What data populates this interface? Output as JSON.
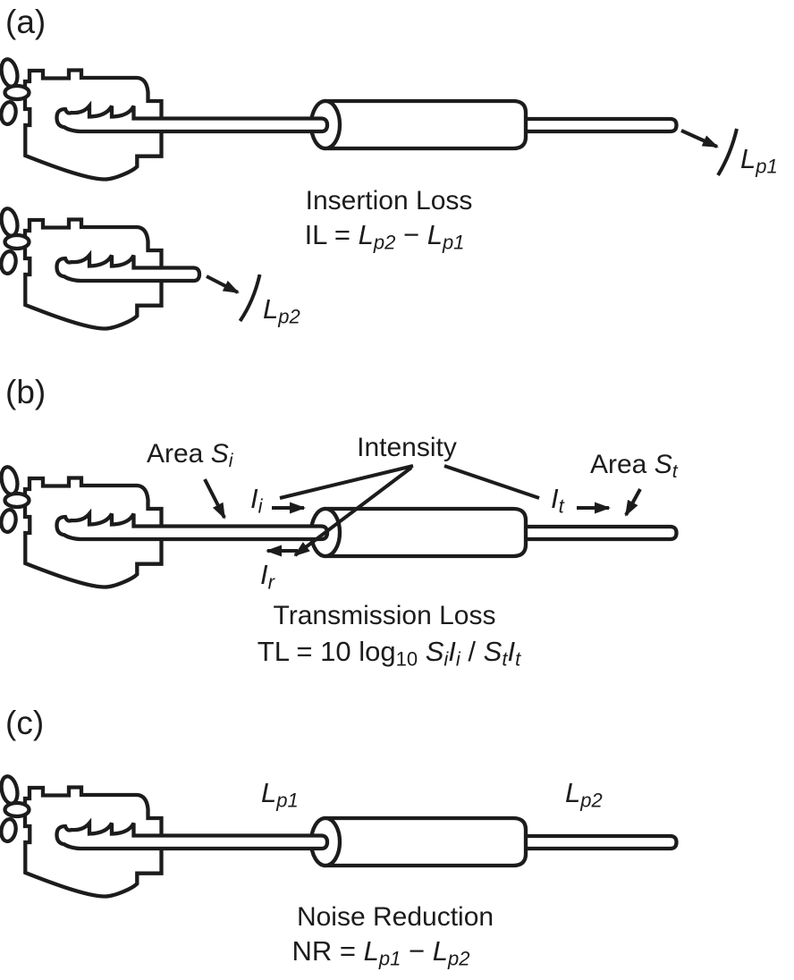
{
  "figure": {
    "colors": {
      "ink": "#1c1c1c",
      "background": "#ffffff"
    },
    "sections": {
      "a": {
        "label": "(a)",
        "caption": "Insertion Loss",
        "formula": [
          "IL = ",
          "L",
          "p2",
          " − ",
          "L",
          "p1"
        ],
        "mic_with_muffler": [
          "L",
          "p1"
        ],
        "mic_without_muffler": [
          "L",
          "p2"
        ]
      },
      "b": {
        "label": "(b)",
        "caption": "Transmission Loss",
        "formula": [
          "TL = 10 log",
          "10",
          " ",
          "S",
          "i",
          "I",
          "i",
          " / ",
          "S",
          "t",
          "I",
          "t"
        ],
        "area_inlet": [
          "Area ",
          "S",
          "i"
        ],
        "area_outlet": [
          "Area ",
          "S",
          "t"
        ],
        "intensity": "Intensity",
        "incident": [
          "I",
          "i"
        ],
        "reflected": [
          "I",
          "r"
        ],
        "transmitted": [
          "I",
          "t"
        ]
      },
      "c": {
        "label": "(c)",
        "caption": "Noise Reduction",
        "formula": [
          "NR = ",
          "L",
          "p1",
          " − ",
          "L",
          "p2"
        ],
        "level_upstream": [
          "L",
          "p1"
        ],
        "level_downstream": [
          "L",
          "p2"
        ]
      }
    }
  }
}
